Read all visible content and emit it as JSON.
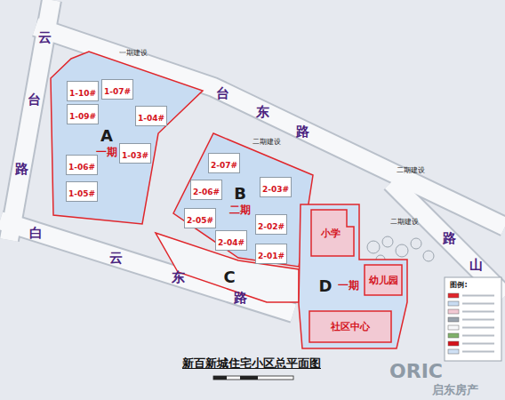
{
  "diagram": {
    "title": "新百新城住宅小区总平面图",
    "nodes": [
      {
        "text": [
          "A",
          "一期"
        ]
      },
      {
        "text": [
          "1-10#"
        ],
        "in": 0
      },
      {
        "text": [
          "1-07#"
        ],
        "in": 0
      },
      {
        "text": [
          "1-09#"
        ],
        "in": 0
      },
      {
        "text": [
          "1-04#"
        ],
        "in": 0
      },
      {
        "text": [
          "1-03#"
        ],
        "in": 0
      },
      {
        "text": [
          "1-06#"
        ],
        "in": 0
      },
      {
        "text": [
          "1-05#"
        ],
        "in": 0
      },
      {
        "text": [
          "B",
          "二期"
        ]
      },
      {
        "text": [
          "2-07#"
        ],
        "in": 8
      },
      {
        "text": [
          "2-06#"
        ],
        "in": 8
      },
      {
        "text": [
          "2-03#"
        ],
        "in": 8
      },
      {
        "text": [
          "2-05#"
        ],
        "in": 8
      },
      {
        "text": [
          "2-02#"
        ],
        "in": 8
      },
      {
        "text": [
          "2-04#"
        ],
        "in": 8
      },
      {
        "text": [
          "2-01#"
        ],
        "in": 8
      },
      {
        "text": [
          "C"
        ]
      },
      {
        "text": [
          "D",
          "一期"
        ]
      },
      {
        "text": [
          "小学"
        ],
        "in": 17
      },
      {
        "text": [
          "幼儿园"
        ],
        "in": 17
      },
      {
        "text": [
          "社区中心"
        ],
        "in": 17
      }
    ],
    "labels": [
      "一期建设",
      "二期建设",
      "二期建设",
      "二期建设",
      "云",
      "台",
      "路",
      "台",
      "东",
      "路",
      "白",
      "云",
      "东",
      "路",
      "路",
      "山",
      "图例:",
      "ORIC",
      "启东房产"
    ]
  }
}
